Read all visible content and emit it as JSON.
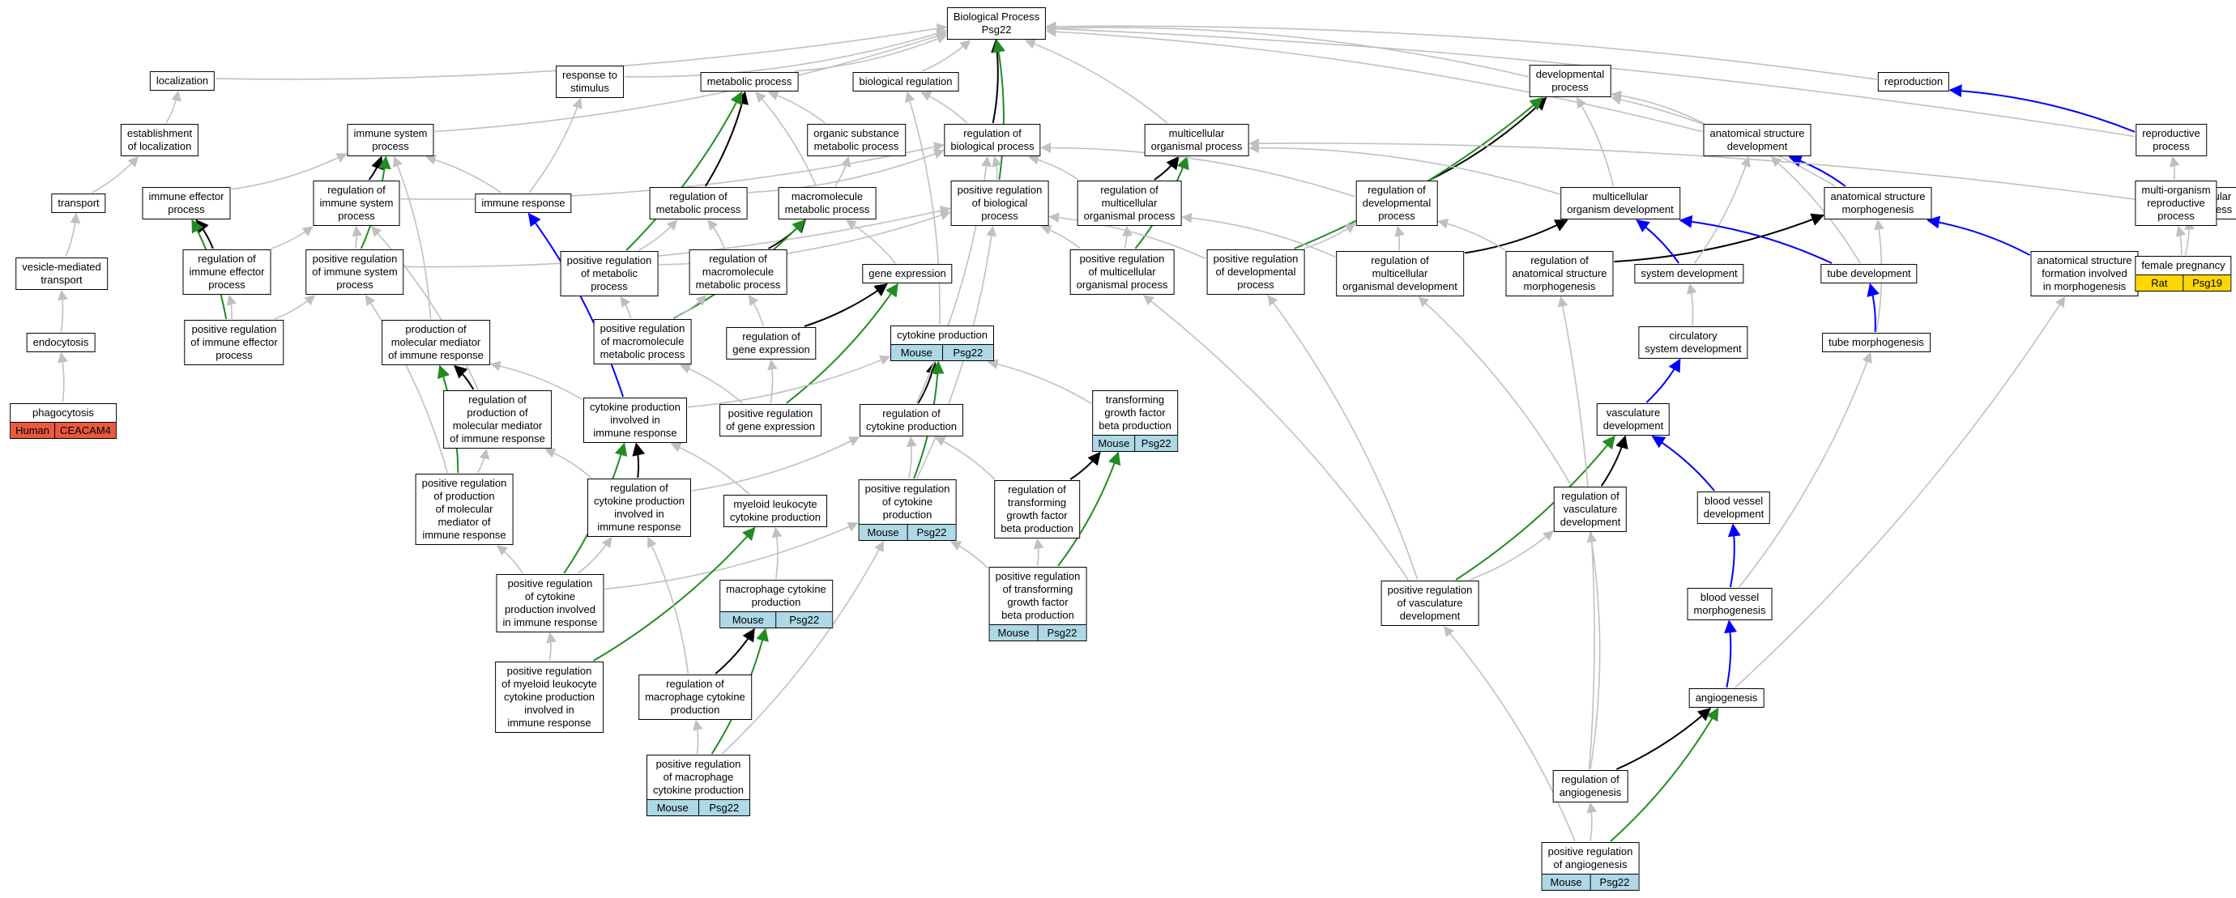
{
  "colors": {
    "is_a": "#c0c0c0",
    "regulates": "#000000",
    "positively_regulates": "#228b22",
    "part_of": "#0000ff",
    "mouse": "#add8e6",
    "human": "#e8593f",
    "rat": "#ffd700"
  },
  "nodes": [
    {
      "id": "bp",
      "label": "Biological Process\nPsg22"
    },
    {
      "id": "loc",
      "label": "localization"
    },
    {
      "id": "rts",
      "label": "response to\nstimulus"
    },
    {
      "id": "mp",
      "label": "metabolic process"
    },
    {
      "id": "breg",
      "label": "biological regulation"
    },
    {
      "id": "dp",
      "label": "developmental\nprocess"
    },
    {
      "id": "repro",
      "label": "reproduction"
    },
    {
      "id": "eloc",
      "label": "establishment\nof localization"
    },
    {
      "id": "isp",
      "label": "immune system\nprocess"
    },
    {
      "id": "osmp",
      "label": "organic substance\nmetabolic process"
    },
    {
      "id": "rbp",
      "label": "regulation of\nbiological process"
    },
    {
      "id": "mop",
      "label": "multicellular\norganismal process"
    },
    {
      "id": "asd",
      "label": "anatomical structure\ndevelopment"
    },
    {
      "id": "rp",
      "label": "reproductive\nprocess"
    },
    {
      "id": "trans",
      "label": "transport"
    },
    {
      "id": "iep",
      "label": "immune effector\nprocess"
    },
    {
      "id": "risp",
      "label": "regulation of\nimmune system\nprocess"
    },
    {
      "id": "ir",
      "label": "immune response"
    },
    {
      "id": "rmp",
      "label": "regulation of\nmetabolic process"
    },
    {
      "id": "macro",
      "label": "macromolecule\nmetabolic process"
    },
    {
      "id": "prbp",
      "label": "positive regulation\nof biological\nprocess"
    },
    {
      "id": "rmop",
      "label": "regulation of\nmulticellular\norganismal process"
    },
    {
      "id": "rdp",
      "label": "regulation of\ndevelopmental\nprocess"
    },
    {
      "id": "mod",
      "label": "multicellular\norganism development"
    },
    {
      "id": "asm",
      "label": "anatomical structure\nmorphogenesis"
    },
    {
      "id": "mmop",
      "label": "multi-multicellular\norganism process"
    },
    {
      "id": "morp",
      "label": "multi-organism\nreproductive\nprocess"
    },
    {
      "id": "vmt",
      "label": "vesicle-mediated\ntransport"
    },
    {
      "id": "riep",
      "label": "regulation of\nimmune effector\nprocess"
    },
    {
      "id": "prisp",
      "label": "positive regulation\nof immune system\nprocess"
    },
    {
      "id": "prmp",
      "label": "positive regulation\nof metabolic\nprocess"
    },
    {
      "id": "rmmp",
      "label": "regulation of\nmacromolecule\nmetabolic process"
    },
    {
      "id": "ge",
      "label": "gene expression"
    },
    {
      "id": "prmop",
      "label": "positive regulation\nof multicellular\norganismal process"
    },
    {
      "id": "prdp",
      "label": "positive regulation\nof developmental\nprocess"
    },
    {
      "id": "rmod",
      "label": "regulation of\nmulticellular\norganismal development"
    },
    {
      "id": "rasm",
      "label": "regulation of\nanatomical structure\nmorphogenesis"
    },
    {
      "id": "sd",
      "label": "system development"
    },
    {
      "id": "td",
      "label": "tube development"
    },
    {
      "id": "asfm",
      "label": "anatomical structure\nformation involved\nin morphogenesis"
    },
    {
      "id": "fp",
      "label": "female pregnancy",
      "tags": [
        "Rat",
        "Psg19"
      ],
      "tag_color": "#ffd700"
    },
    {
      "id": "endo",
      "label": "endocytosis"
    },
    {
      "id": "priep",
      "label": "positive regulation\nof immune effector\nprocess"
    },
    {
      "id": "pmmir",
      "label": "production of\nmolecular mediator\nof immune response"
    },
    {
      "id": "rge",
      "label": "regulation of\ngene expression"
    },
    {
      "id": "prmmp",
      "label": "positive regulation\nof macromolecule\nmetabolic process"
    },
    {
      "id": "cp",
      "label": "cytokine production",
      "tags": [
        "Mouse",
        "Psg22"
      ],
      "tag_color": "#add8e6"
    },
    {
      "id": "csd",
      "label": "circulatory\nsystem development"
    },
    {
      "id": "tm",
      "label": "tube morphogenesis"
    },
    {
      "id": "phago",
      "label": "phagocytosis",
      "tags": [
        "Human",
        "CEACAM4"
      ],
      "tag_color": "#e8593f"
    },
    {
      "id": "rpmm",
      "label": "regulation of\nproduction of\nmolecular mediator\nof immune response"
    },
    {
      "id": "cpir",
      "label": "cytokine production\ninvolved in\nimmune response"
    },
    {
      "id": "prge",
      "label": "positive regulation\nof gene expression"
    },
    {
      "id": "rcp",
      "label": "regulation of\ncytokine production"
    },
    {
      "id": "tgfb",
      "label": "transforming\ngrowth factor\nbeta production",
      "tags": [
        "Mouse",
        "Psg22"
      ],
      "tag_color": "#add8e6"
    },
    {
      "id": "vd",
      "label": "vasculature\ndevelopment"
    },
    {
      "id": "prpmm",
      "label": "positive regulation\nof production\nof molecular\nmediator of\nimmune response"
    },
    {
      "id": "rcpir",
      "label": "regulation of\ncytokine production\ninvolved in\nimmune response"
    },
    {
      "id": "mlcp",
      "label": "myeloid leukocyte\ncytokine production"
    },
    {
      "id": "prcp",
      "label": "positive regulation\nof cytokine\nproduction",
      "tags": [
        "Mouse",
        "Psg22"
      ],
      "tag_color": "#add8e6"
    },
    {
      "id": "rtgfb",
      "label": "regulation of\ntransforming\ngrowth factor\nbeta production"
    },
    {
      "id": "rvd",
      "label": "regulation of\nvasculature\ndevelopment"
    },
    {
      "id": "bvd",
      "label": "blood vessel\ndevelopment"
    },
    {
      "id": "prcpir",
      "label": "positive regulation\nof cytokine\nproduction involved\nin immune response"
    },
    {
      "id": "mcp",
      "label": "macrophage cytokine\nproduction",
      "tags": [
        "Mouse",
        "Psg22"
      ],
      "tag_color": "#add8e6"
    },
    {
      "id": "prtgfb",
      "label": "positive regulation\nof transforming\ngrowth factor\nbeta production",
      "tags": [
        "Mouse",
        "Psg22"
      ],
      "tag_color": "#add8e6"
    },
    {
      "id": "prvd",
      "label": "positive regulation\nof vasculature\ndevelopment"
    },
    {
      "id": "bvm",
      "label": "blood vessel\nmorphogenesis"
    },
    {
      "id": "prmlcp",
      "label": "positive regulation\nof myeloid leukocyte\ncytokine production\ninvolved in\nimmune response"
    },
    {
      "id": "rmcp",
      "label": "regulation of\nmacrophage cytokine\nproduction"
    },
    {
      "id": "ang",
      "label": "angiogenesis"
    },
    {
      "id": "prmcp",
      "label": "positive regulation\nof macrophage\ncytokine production",
      "tags": [
        "Mouse",
        "Psg22"
      ],
      "tag_color": "#add8e6"
    },
    {
      "id": "rang",
      "label": "regulation of\nangiogenesis"
    },
    {
      "id": "prang",
      "label": "positive regulation\nof angiogenesis",
      "tags": [
        "Mouse",
        "Psg22"
      ],
      "tag_color": "#add8e6"
    }
  ],
  "edges": [
    [
      "loc",
      "bp",
      "is_a"
    ],
    [
      "rts",
      "bp",
      "is_a"
    ],
    [
      "mp",
      "bp",
      "is_a"
    ],
    [
      "breg",
      "bp",
      "is_a"
    ],
    [
      "dp",
      "bp",
      "is_a"
    ],
    [
      "repro",
      "bp",
      "is_a"
    ],
    [
      "isp",
      "bp",
      "is_a"
    ],
    [
      "mop",
      "bp",
      "is_a"
    ],
    [
      "asd",
      "bp",
      "is_a"
    ],
    [
      "rp",
      "bp",
      "is_a"
    ],
    [
      "rbp",
      "bp",
      "regulates"
    ],
    [
      "prbp",
      "bp",
      "positively_regulates"
    ],
    [
      "eloc",
      "loc",
      "is_a"
    ],
    [
      "trans",
      "eloc",
      "is_a"
    ],
    [
      "vmt",
      "trans",
      "is_a"
    ],
    [
      "endo",
      "vmt",
      "is_a"
    ],
    [
      "phago",
      "endo",
      "is_a"
    ],
    [
      "osmp",
      "mp",
      "is_a"
    ],
    [
      "macro",
      "mp",
      "is_a"
    ],
    [
      "macro",
      "osmp",
      "is_a"
    ],
    [
      "rbp",
      "breg",
      "is_a"
    ],
    [
      "ir",
      "rts",
      "is_a"
    ],
    [
      "ir",
      "isp",
      "is_a"
    ],
    [
      "iep",
      "isp",
      "is_a"
    ],
    [
      "risp",
      "isp",
      "regulates"
    ],
    [
      "risp",
      "rbp",
      "is_a"
    ],
    [
      "prisp",
      "isp",
      "positively_regulates"
    ],
    [
      "prisp",
      "risp",
      "is_a"
    ],
    [
      "prisp",
      "prbp",
      "is_a"
    ],
    [
      "rmp",
      "mp",
      "regulates"
    ],
    [
      "rmp",
      "rbp",
      "is_a"
    ],
    [
      "prmp",
      "mp",
      "positively_regulates"
    ],
    [
      "prmp",
      "rmp",
      "is_a"
    ],
    [
      "prmp",
      "prbp",
      "is_a"
    ],
    [
      "prbp",
      "rbp",
      "is_a"
    ],
    [
      "rmop",
      "rbp",
      "is_a"
    ],
    [
      "rmop",
      "mop",
      "regulates"
    ],
    [
      "prmop",
      "mop",
      "positively_regulates"
    ],
    [
      "prmop",
      "rmop",
      "is_a"
    ],
    [
      "prmop",
      "prbp",
      "is_a"
    ],
    [
      "rdp",
      "rbp",
      "is_a"
    ],
    [
      "rdp",
      "dp",
      "regulates"
    ],
    [
      "prdp",
      "dp",
      "positively_regulates"
    ],
    [
      "prdp",
      "rdp",
      "is_a"
    ],
    [
      "prdp",
      "prbp",
      "is_a"
    ],
    [
      "mod",
      "mop",
      "is_a"
    ],
    [
      "mod",
      "dp",
      "is_a"
    ],
    [
      "asd",
      "dp",
      "is_a"
    ],
    [
      "asm",
      "dp",
      "is_a"
    ],
    [
      "asm",
      "asd",
      "part_of"
    ],
    [
      "mmop",
      "mop",
      "is_a"
    ],
    [
      "rp",
      "repro",
      "part_of"
    ],
    [
      "morp",
      "rp",
      "is_a"
    ],
    [
      "fp",
      "morp",
      "is_a"
    ],
    [
      "fp",
      "mmop",
      "is_a"
    ],
    [
      "riep",
      "iep",
      "regulates"
    ],
    [
      "riep",
      "risp",
      "is_a"
    ],
    [
      "priep",
      "iep",
      "positively_regulates"
    ],
    [
      "priep",
      "riep",
      "is_a"
    ],
    [
      "priep",
      "prisp",
      "is_a"
    ],
    [
      "rmmp",
      "macro",
      "regulates"
    ],
    [
      "rmmp",
      "rmp",
      "is_a"
    ],
    [
      "prmmp",
      "macro",
      "positively_regulates"
    ],
    [
      "prmmp",
      "rmmp",
      "is_a"
    ],
    [
      "prmmp",
      "prmp",
      "is_a"
    ],
    [
      "ge",
      "macro",
      "is_a"
    ],
    [
      "rge",
      "ge",
      "regulates"
    ],
    [
      "rge",
      "rmmp",
      "is_a"
    ],
    [
      "prge",
      "ge",
      "positively_regulates"
    ],
    [
      "prge",
      "rge",
      "is_a"
    ],
    [
      "prge",
      "prmmp",
      "is_a"
    ],
    [
      "rmod",
      "rmop",
      "is_a"
    ],
    [
      "rmod",
      "rdp",
      "is_a"
    ],
    [
      "rmod",
      "mod",
      "regulates"
    ],
    [
      "rasm",
      "rdp",
      "is_a"
    ],
    [
      "rasm",
      "asm",
      "regulates"
    ],
    [
      "sd",
      "mod",
      "part_of"
    ],
    [
      "sd",
      "asd",
      "is_a"
    ],
    [
      "td",
      "asd",
      "is_a"
    ],
    [
      "td",
      "mod",
      "part_of"
    ],
    [
      "asfm",
      "asm",
      "part_of"
    ],
    [
      "tm",
      "td",
      "part_of"
    ],
    [
      "tm",
      "asm",
      "is_a"
    ],
    [
      "csd",
      "sd",
      "is_a"
    ],
    [
      "vd",
      "csd",
      "part_of"
    ],
    [
      "pmmir",
      "isp",
      "is_a"
    ],
    [
      "cp",
      "breg",
      "is_a"
    ],
    [
      "cpir",
      "pmmir",
      "is_a"
    ],
    [
      "cpir",
      "ir",
      "part_of"
    ],
    [
      "cpir",
      "cp",
      "is_a"
    ],
    [
      "rpmm",
      "pmmir",
      "regulates"
    ],
    [
      "rpmm",
      "risp",
      "is_a"
    ],
    [
      "prpmm",
      "pmmir",
      "positively_regulates"
    ],
    [
      "prpmm",
      "rpmm",
      "is_a"
    ],
    [
      "prpmm",
      "prisp",
      "is_a"
    ],
    [
      "rcp",
      "cp",
      "regulates"
    ],
    [
      "rcp",
      "rbp",
      "is_a"
    ],
    [
      "prcp",
      "cp",
      "positively_regulates"
    ],
    [
      "prcp",
      "rcp",
      "is_a"
    ],
    [
      "prcp",
      "prbp",
      "is_a"
    ],
    [
      "tgfb",
      "cp",
      "is_a"
    ],
    [
      "rtgfb",
      "tgfb",
      "regulates"
    ],
    [
      "rtgfb",
      "rcp",
      "is_a"
    ],
    [
      "prtgfb",
      "tgfb",
      "positively_regulates"
    ],
    [
      "prtgfb",
      "rtgfb",
      "is_a"
    ],
    [
      "prtgfb",
      "prcp",
      "is_a"
    ],
    [
      "rcpir",
      "cpir",
      "regulates"
    ],
    [
      "rcpir",
      "rpmm",
      "is_a"
    ],
    [
      "rcpir",
      "rcp",
      "is_a"
    ],
    [
      "prcpir",
      "cpir",
      "positively_regulates"
    ],
    [
      "prcpir",
      "rcpir",
      "is_a"
    ],
    [
      "prcpir",
      "prpmm",
      "is_a"
    ],
    [
      "prcpir",
      "prcp",
      "is_a"
    ],
    [
      "mlcp",
      "cpir",
      "is_a"
    ],
    [
      "mcp",
      "mlcp",
      "is_a"
    ],
    [
      "prmlcp",
      "mlcp",
      "positively_regulates"
    ],
    [
      "prmlcp",
      "prcpir",
      "is_a"
    ],
    [
      "rmcp",
      "mcp",
      "regulates"
    ],
    [
      "rmcp",
      "rcpir",
      "is_a"
    ],
    [
      "prmcp",
      "mcp",
      "positively_regulates"
    ],
    [
      "prmcp",
      "rmcp",
      "is_a"
    ],
    [
      "prmcp",
      "prcp",
      "is_a"
    ],
    [
      "rvd",
      "vd",
      "regulates"
    ],
    [
      "rvd",
      "rmod",
      "is_a"
    ],
    [
      "prvd",
      "vd",
      "positively_regulates"
    ],
    [
      "prvd",
      "rvd",
      "is_a"
    ],
    [
      "prvd",
      "prmop",
      "is_a"
    ],
    [
      "prvd",
      "prdp",
      "is_a"
    ],
    [
      "bvd",
      "vd",
      "part_of"
    ],
    [
      "bvm",
      "bvd",
      "part_of"
    ],
    [
      "bvm",
      "tm",
      "is_a"
    ],
    [
      "ang",
      "bvm",
      "part_of"
    ],
    [
      "ang",
      "asfm",
      "is_a"
    ],
    [
      "rang",
      "ang",
      "regulates"
    ],
    [
      "rang",
      "rvd",
      "is_a"
    ],
    [
      "rang",
      "rasm",
      "is_a"
    ],
    [
      "prang",
      "ang",
      "positively_regulates"
    ],
    [
      "prang",
      "rang",
      "is_a"
    ],
    [
      "prang",
      "prvd",
      "is_a"
    ]
  ]
}
